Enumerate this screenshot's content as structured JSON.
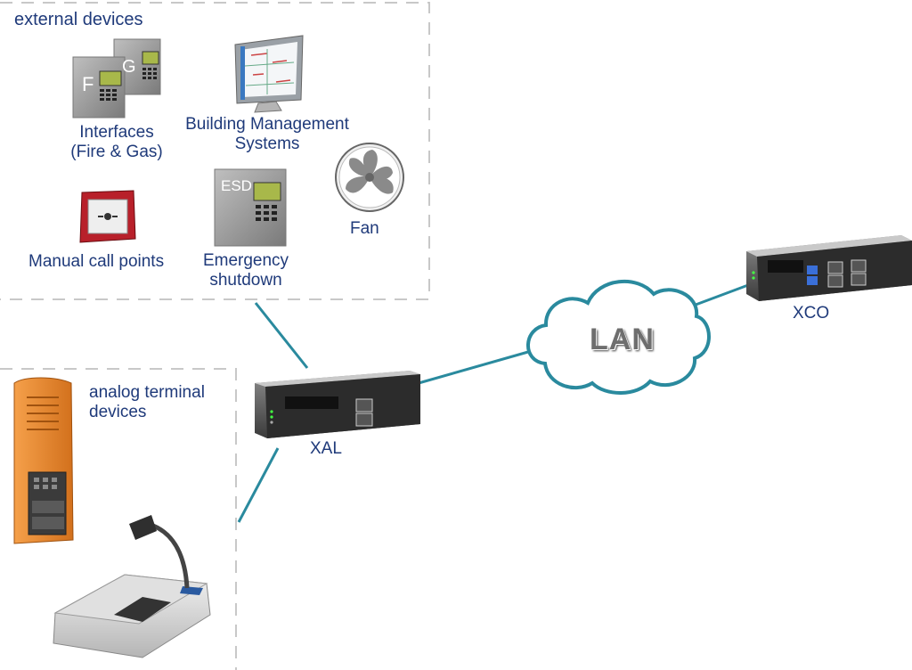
{
  "groups": {
    "external_devices": {
      "title": "external devices"
    },
    "analog_terminal_devices": {
      "title_line1": "analog terminal",
      "title_line2": "devices"
    }
  },
  "devices": {
    "interfaces": {
      "line1": "Interfaces",
      "line2": "(Fire & Gas)",
      "panel_letters": [
        "F",
        "G"
      ]
    },
    "bms": {
      "line1": "Building Management",
      "line2": "Systems"
    },
    "fan": {
      "label": "Fan"
    },
    "manual_call_points": {
      "label": "Manual call points"
    },
    "emergency_shutdown": {
      "line1": "Emergency",
      "line2": "shutdown",
      "panel_letters": "ESD"
    },
    "xal": {
      "label": "XAL"
    },
    "xco": {
      "label": "XCO"
    },
    "lan": {
      "label": "LAN"
    }
  },
  "colors": {
    "label_text": "#1f3a7a",
    "connector_line": "#2a8a9e",
    "cloud_stroke": "#2a8a9e",
    "group_border": "#c8c8c8",
    "terminal_orange": "#e8862a"
  }
}
